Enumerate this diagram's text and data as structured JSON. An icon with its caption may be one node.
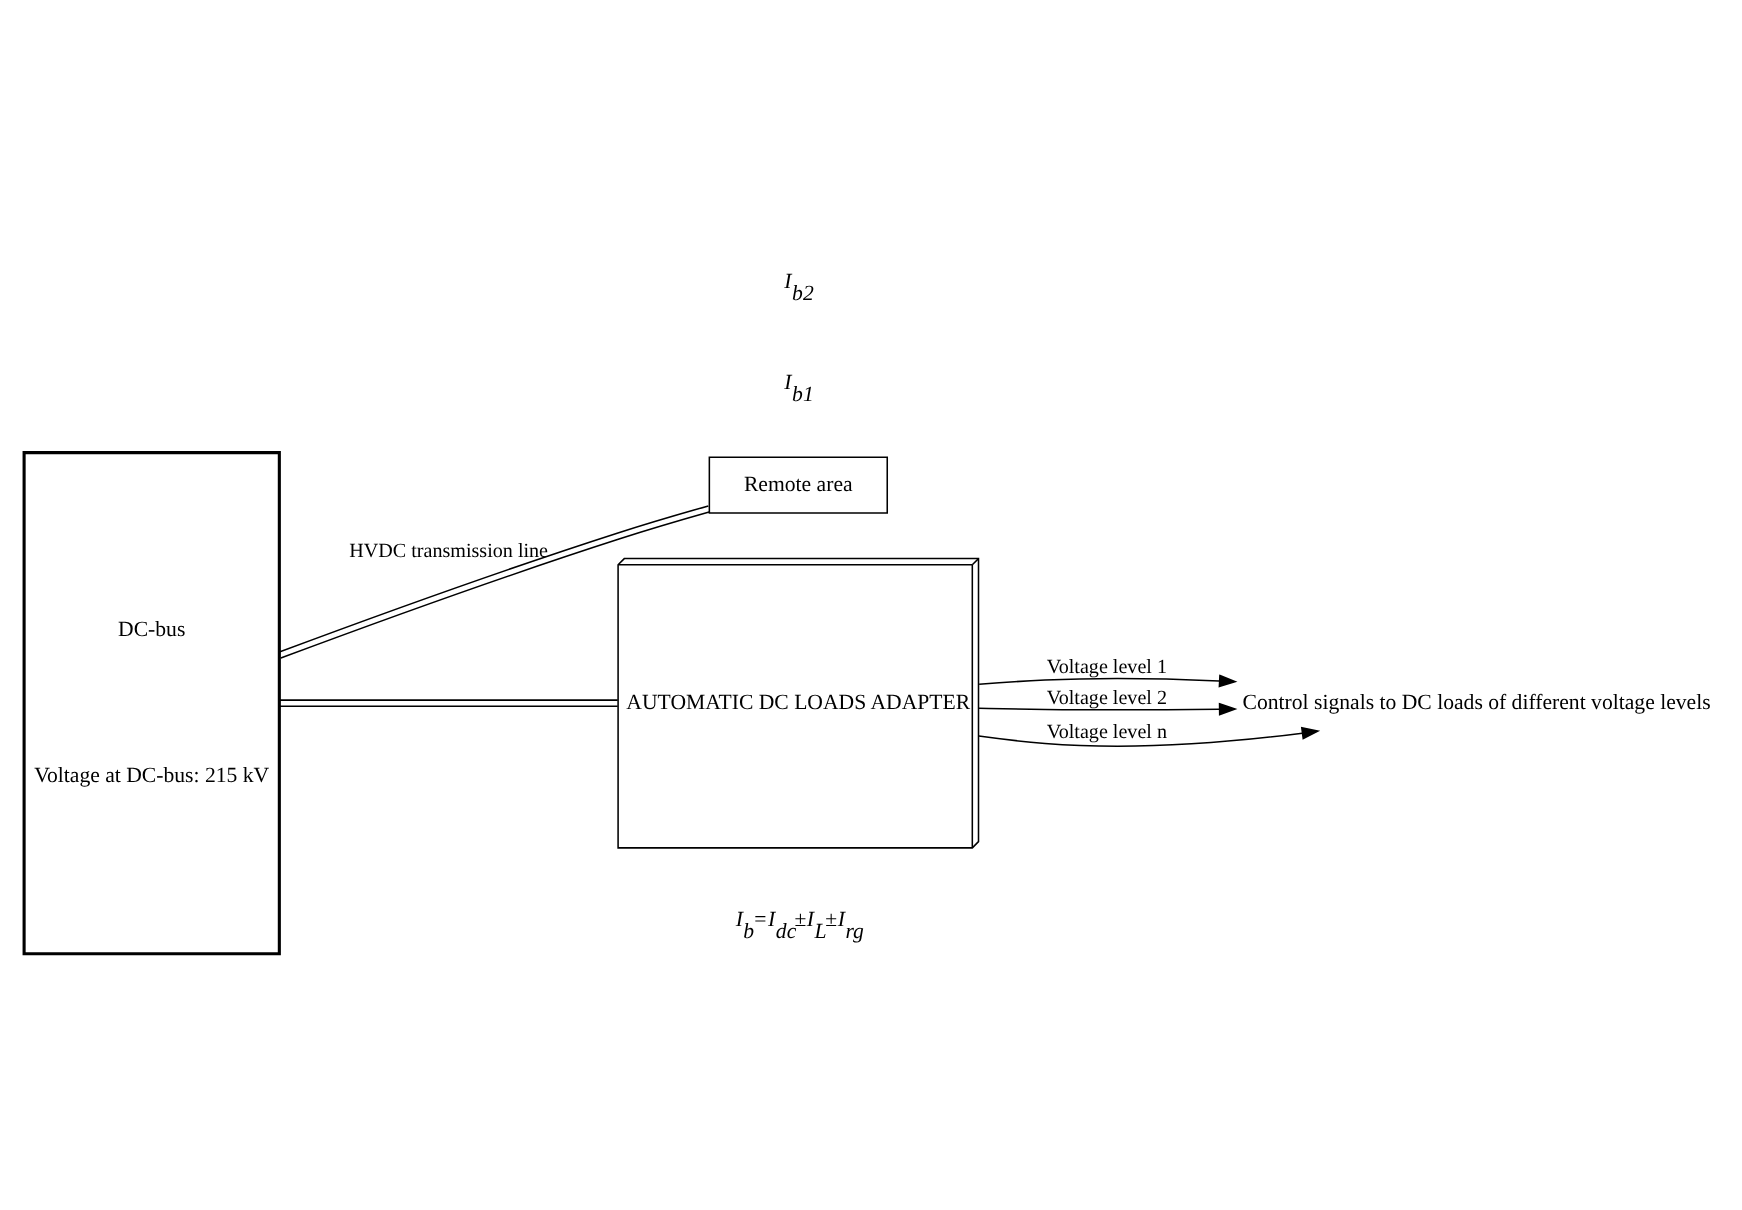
{
  "diagram": {
    "nodes": [
      {
        "text": [
          "DC-bus",
          "Voltage at DC-bus: 215 kV"
        ]
      },
      {
        "text": [
          "Remote area"
        ]
      },
      {
        "text": [
          "AUTOMATIC DC LOADS ADAPTER"
        ]
      },
      {
        "text": [
          "Control signals to DC loads of different voltage levels"
        ]
      }
    ],
    "edges": [
      {
        "from": 0,
        "to": 1,
        "arrow": "none",
        "label": "HVDC transmission line"
      },
      {
        "from": 0,
        "to": 2,
        "arrow": "none"
      },
      {
        "from": 2,
        "to": 3,
        "arrow": "to",
        "label": "Voltage level 1"
      },
      {
        "from": 2,
        "to": 3,
        "arrow": "to",
        "label": "Voltage level 2"
      },
      {
        "from": 2,
        "to": 3,
        "arrow": "to",
        "label": "Voltage level n"
      }
    ],
    "labels": [
      "*I*$_{b}$=*I*$_{dc}$±*I*$_{L}$±*I*$_{rg}$",
      "*I*$_{b1}$",
      "*I*$_{b2}$"
    ]
  }
}
